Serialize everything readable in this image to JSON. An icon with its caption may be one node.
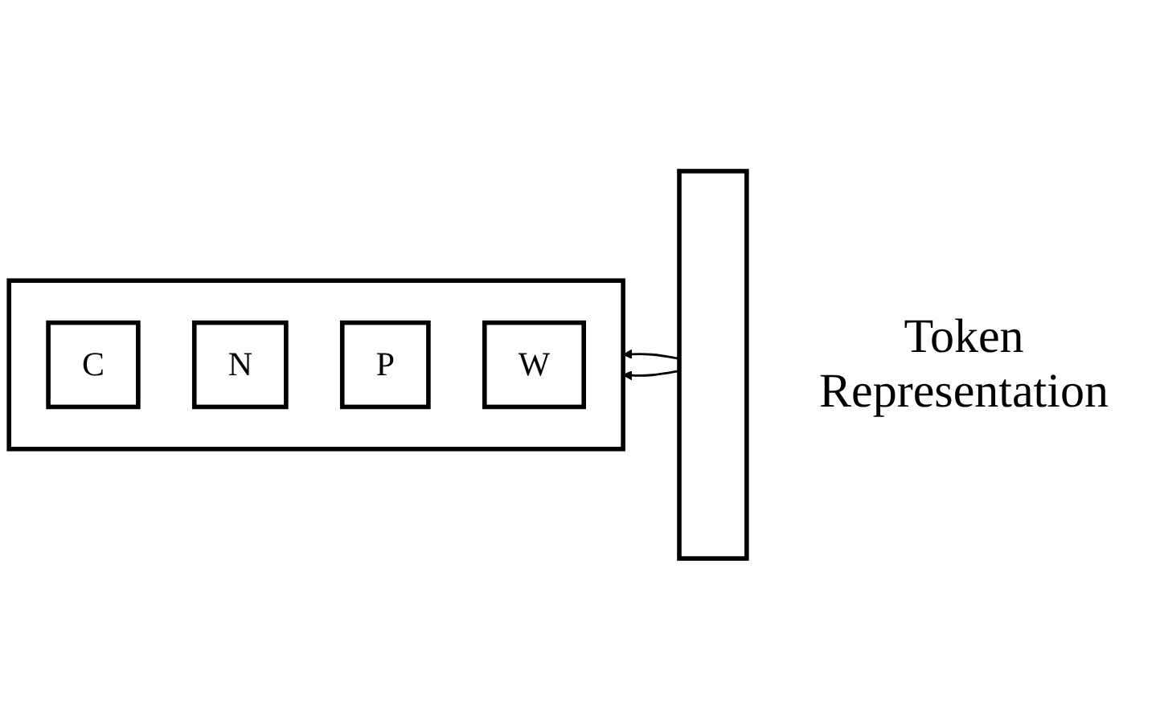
{
  "diagram": {
    "nodes": [
      {
        "text": [],
        "shape": "box"
      },
      {
        "text": [
          "C"
        ],
        "in": 0
      },
      {
        "text": [
          "N"
        ],
        "in": 0
      },
      {
        "text": [
          "P"
        ],
        "in": 0
      },
      {
        "text": [
          "W"
        ],
        "in": 0
      },
      {
        "text": [],
        "shape": "box",
        "beside": [
          "Token Representation"
        ]
      }
    ],
    "edges": [
      {
        "from": 5,
        "to": 0,
        "arrow": "to"
      },
      {
        "from": 5,
        "to": 0,
        "arrow": "to"
      }
    ]
  }
}
